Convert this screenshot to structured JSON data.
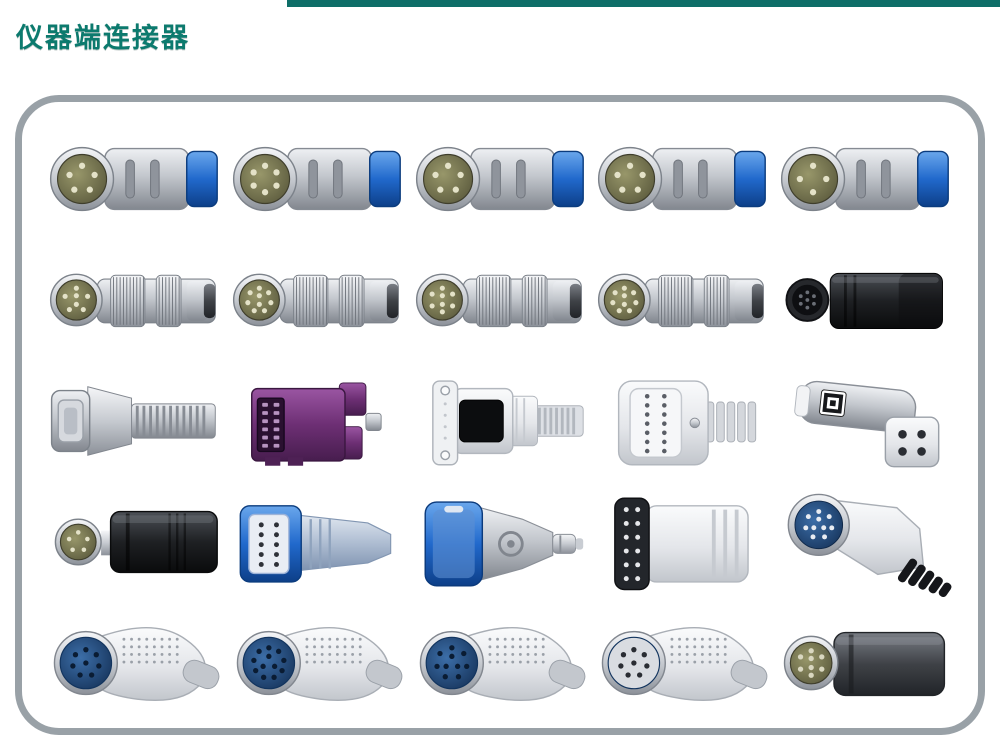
{
  "page": {
    "title": "仪器端连接器",
    "title_color": "#0c7a6e",
    "top_bar_color": "#0e6e68",
    "background": "#ffffff"
  },
  "frame": {
    "border_color": "#99a1a7",
    "rows": 5,
    "cols": 5
  },
  "palette": {
    "cap_blue": "#2169cc",
    "body_gray": "#c3c7cd",
    "metal_gray": "#c6cad0",
    "white_shell": "#e4e6ea",
    "dark_black": "#1e2023",
    "dark_gray": "#3f4247",
    "purple": "#6d2f74",
    "blue_gray": "#aebdd2",
    "olive_face": "#6d6c49",
    "navy_face": "#16325a"
  },
  "connectors": [
    {
      "id": "plastic-pushpull-5pin-a",
      "kind": "plastic",
      "pins": 5
    },
    {
      "id": "plastic-pushpull-6pin",
      "kind": "plastic",
      "pins": 6
    },
    {
      "id": "plastic-pushpull-5pin-b",
      "kind": "plastic",
      "pins": 5
    },
    {
      "id": "plastic-pushpull-5pin-c",
      "kind": "plastic",
      "pins": 5
    },
    {
      "id": "plastic-pushpull-4pin",
      "kind": "plastic",
      "pins": 4
    },
    {
      "id": "metal-pushpull-7pin",
      "kind": "metal",
      "pins": 7
    },
    {
      "id": "metal-pushpull-9pin-a",
      "kind": "metal",
      "pins": 9
    },
    {
      "id": "metal-pushpull-8pin",
      "kind": "metal",
      "pins": 8
    },
    {
      "id": "metal-pushpull-9pin-b",
      "kind": "metal",
      "pins": 9
    },
    {
      "id": "dark-mini-din-block",
      "kind": "darkdin",
      "pins": 7
    },
    {
      "id": "gray-dsub-ribbed",
      "kind": "dsub"
    },
    {
      "id": "purple-slot-connector",
      "kind": "purple"
    },
    {
      "id": "white-dsub-ribbed",
      "kind": "wdsub"
    },
    {
      "id": "white-pin-block",
      "kind": "wpins"
    },
    {
      "id": "angled-square-4hole",
      "kind": "angled"
    },
    {
      "id": "black-din-cylinder",
      "kind": "dinblack",
      "pins": 5
    },
    {
      "id": "blue-rect-10pin",
      "kind": "bluerect"
    },
    {
      "id": "blue-face-cone",
      "kind": "cone"
    },
    {
      "id": "dark-face-white-shell",
      "kind": "wkeyed"
    },
    {
      "id": "blue-round-angled",
      "kind": "blueangled",
      "pins": 10
    },
    {
      "id": "molded-blue-8pin",
      "kind": "molded",
      "pins": 8
    },
    {
      "id": "molded-blue-12pin",
      "kind": "molded",
      "pins": 12
    },
    {
      "id": "molded-blue-10pin",
      "kind": "molded",
      "pins": 10
    },
    {
      "id": "molded-gray-8hole",
      "kind": "molded",
      "pins": 8,
      "faceColor": "#d9dce1",
      "pinColor": "#2a2d33"
    },
    {
      "id": "dark-gray-cylinder-8pin",
      "kind": "darkcyl",
      "pins": 8
    }
  ]
}
